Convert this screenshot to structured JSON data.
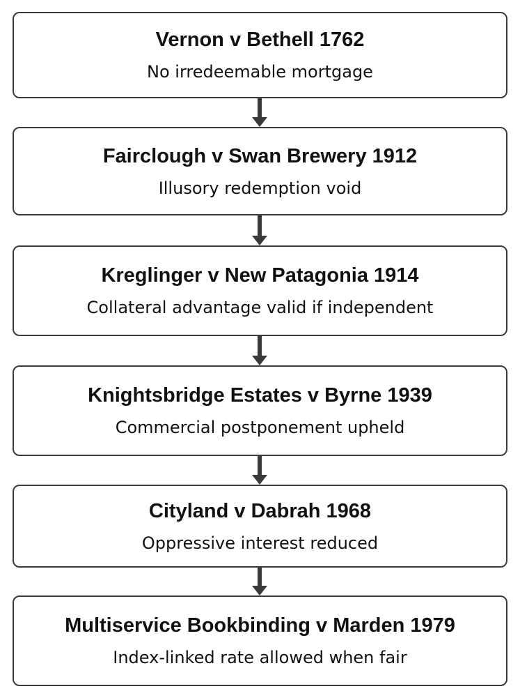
{
  "flow": {
    "steps": [
      {
        "title": "Vernon v Bethell 1762",
        "holding": "No irredeemable mortgage"
      },
      {
        "title": "Fairclough v Swan Brewery 1912",
        "holding": "Illusory redemption void"
      },
      {
        "title": "Kreglinger v New Patagonia 1914",
        "holding": "Collateral advantage valid if independent"
      },
      {
        "title": "Knightsbridge Estates v Byrne 1939",
        "holding": "Commercial postponement upheld"
      },
      {
        "title": "Cityland v Dabrah 1968",
        "holding": "Oppressive interest reduced"
      },
      {
        "title": "Multiservice Bookbinding v Marden 1979",
        "holding": "Index-linked rate allowed when fair"
      }
    ]
  },
  "colors": {
    "border": "#3a3a3a",
    "arrow": "#3a3a3a",
    "text": "#111111",
    "background": "#ffffff"
  }
}
